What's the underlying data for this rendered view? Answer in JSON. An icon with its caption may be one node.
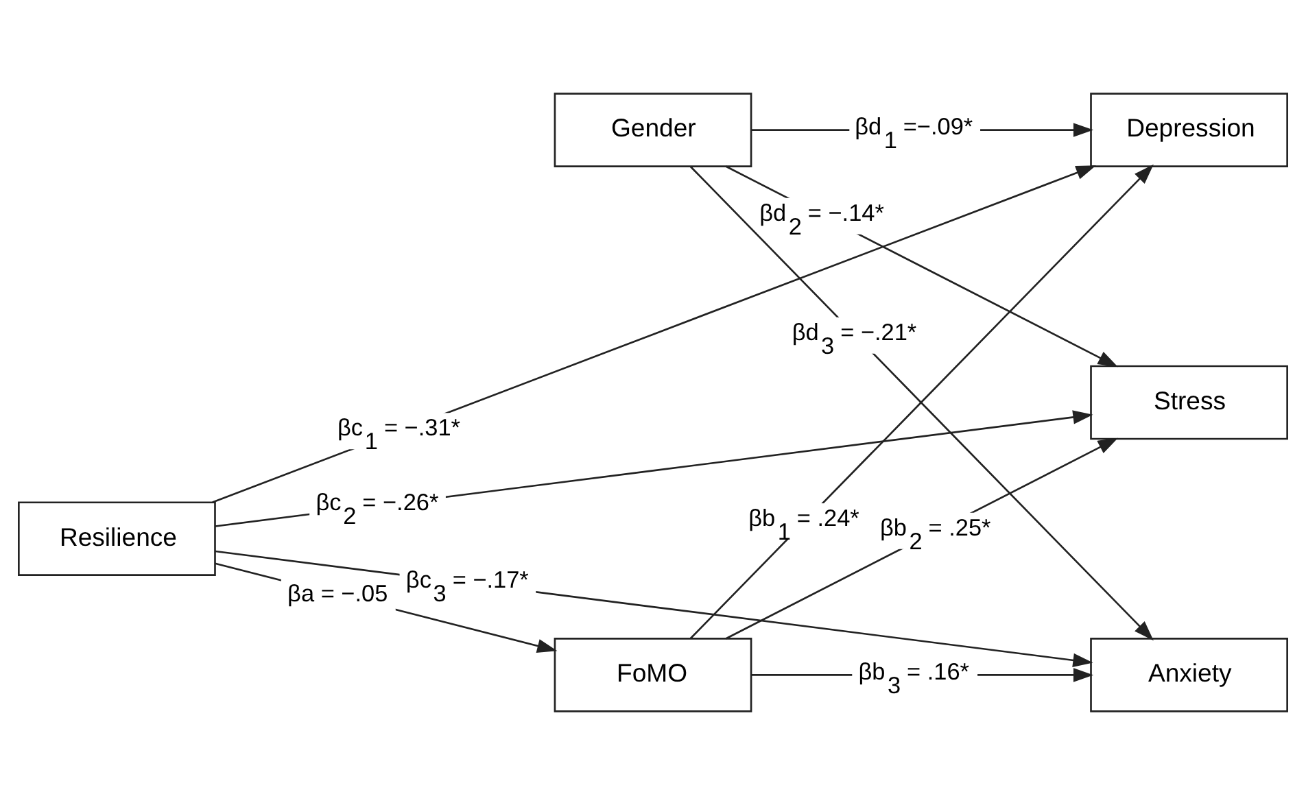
{
  "diagram": {
    "nodes": [
      {
        "text": [
          "Gender"
        ]
      },
      {
        "text": [
          "Depression"
        ]
      },
      {
        "text": [
          "Resilience"
        ]
      },
      {
        "text": [
          "Stress"
        ]
      },
      {
        "text": [
          "Anxiety"
        ]
      },
      {
        "text": [
          "FoMO"
        ]
      }
    ],
    "edges": [
      {
        "from": 0,
        "to": 1,
        "arrow": "to",
        "label": "βd$_{1}$ =−.09*"
      },
      {
        "from": 0,
        "to": 3,
        "arrow": "to",
        "label": "βd$_{2}$ = −.14*"
      },
      {
        "from": 0,
        "to": 4,
        "arrow": "to",
        "label": "βd$_{3}$ = −.21*"
      },
      {
        "from": 2,
        "to": 1,
        "arrow": "to",
        "label": "βc$_{1}$ = −.31*"
      },
      {
        "from": 2,
        "to": 3,
        "arrow": "to",
        "label": "βc$_{2}$ = −.26*"
      },
      {
        "from": 2,
        "to": 4,
        "arrow": "to",
        "label": "βc$_{3}$ = −.17*"
      },
      {
        "from": 2,
        "to": 5,
        "arrow": "to",
        "label": "βa = −.05"
      },
      {
        "from": 5,
        "to": 1,
        "arrow": "to",
        "label": "βb$_{1}$ = .24*"
      },
      {
        "from": 5,
        "to": 3,
        "arrow": "to",
        "label": "βb$_{2}$ = .25*"
      },
      {
        "from": 5,
        "to": 4,
        "arrow": "to",
        "label": "βb$_{3}$ = .16*"
      }
    ]
  }
}
